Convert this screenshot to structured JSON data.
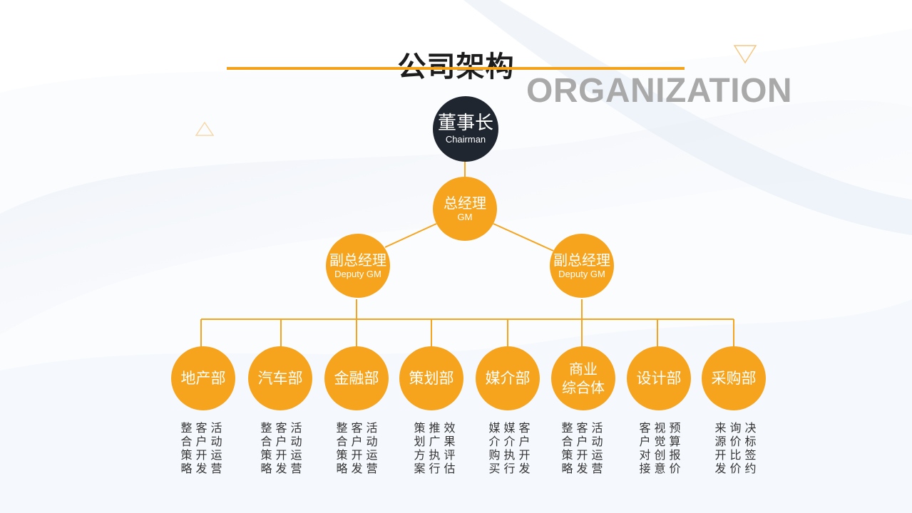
{
  "header": {
    "title": "公司架构",
    "subtitle": "ORGANIZATION"
  },
  "colors": {
    "accent": "#f6a41d",
    "chairman": "#1f2630",
    "connector": "#f6a41d"
  },
  "chairman": {
    "zh": "董事长",
    "en": "Chairman"
  },
  "gm": {
    "zh": "总经理",
    "en": "GM"
  },
  "deputies": [
    {
      "zh": "副总经理",
      "en": "Deputy GM"
    },
    {
      "zh": "副总经理",
      "en": "Deputy GM"
    }
  ],
  "departments": [
    {
      "name": "地产部",
      "duties": [
        "整客活",
        "合户动",
        "策开运",
        "略发营"
      ]
    },
    {
      "name": "汽车部",
      "duties": [
        "整客活",
        "合户动",
        "策开运",
        "略发营"
      ]
    },
    {
      "name": "金融部",
      "duties": [
        "整客活",
        "合户动",
        "策开运",
        "略发营"
      ]
    },
    {
      "name": "策划部",
      "duties": [
        "策推效",
        "划广果",
        "方执评",
        "案行估"
      ]
    },
    {
      "name": "媒介部",
      "duties": [
        "媒媒客",
        "介介户",
        "购执开",
        "买行发"
      ]
    },
    {
      "name": "商业\n综合体",
      "duties": [
        "整客活",
        "合户动",
        "策开运",
        "略发营"
      ]
    },
    {
      "name": "设计部",
      "duties": [
        "客视预",
        "户觉算",
        "对创报",
        "接意价"
      ]
    },
    {
      "name": "采购部",
      "duties": [
        "来询决",
        "源价标",
        "开比签",
        "发价约"
      ]
    }
  ]
}
